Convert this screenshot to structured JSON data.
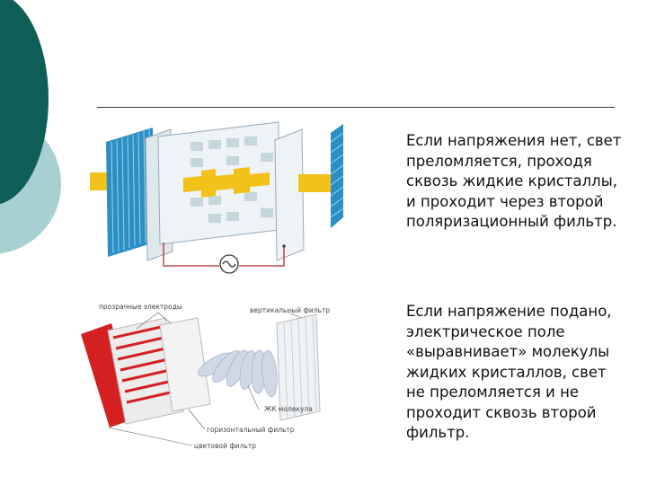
{
  "text": {
    "paragraph_1": "Если напряжения нет, свет преломляется, проходя сквозь жидкие кристаллы, и проходит через второй поляризационный фильтр.",
    "paragraph_2": "Если напряжение подано, электрическое поле «выравнивает» молекулы жидких кристаллов, свет не преломляется и не проходит сквозь второй фильтр."
  },
  "figure_2_labels": {
    "transparent_electrodes": "прозрачные электроды",
    "vertical_filter": "вертикальный фильтр",
    "lc_molecule": "ЖК молекула",
    "horizontal_filter": "горизонтальный фильтр",
    "color_filter": "цветовой фильтр"
  },
  "colors": {
    "deco_dark": "#0f5e57",
    "deco_light": "#a8d0d2",
    "filter_blue": "#2a8fc4",
    "light_beam": "#f2c21a",
    "wire_red": "#b42828",
    "color_filter_red": "#d42020"
  }
}
